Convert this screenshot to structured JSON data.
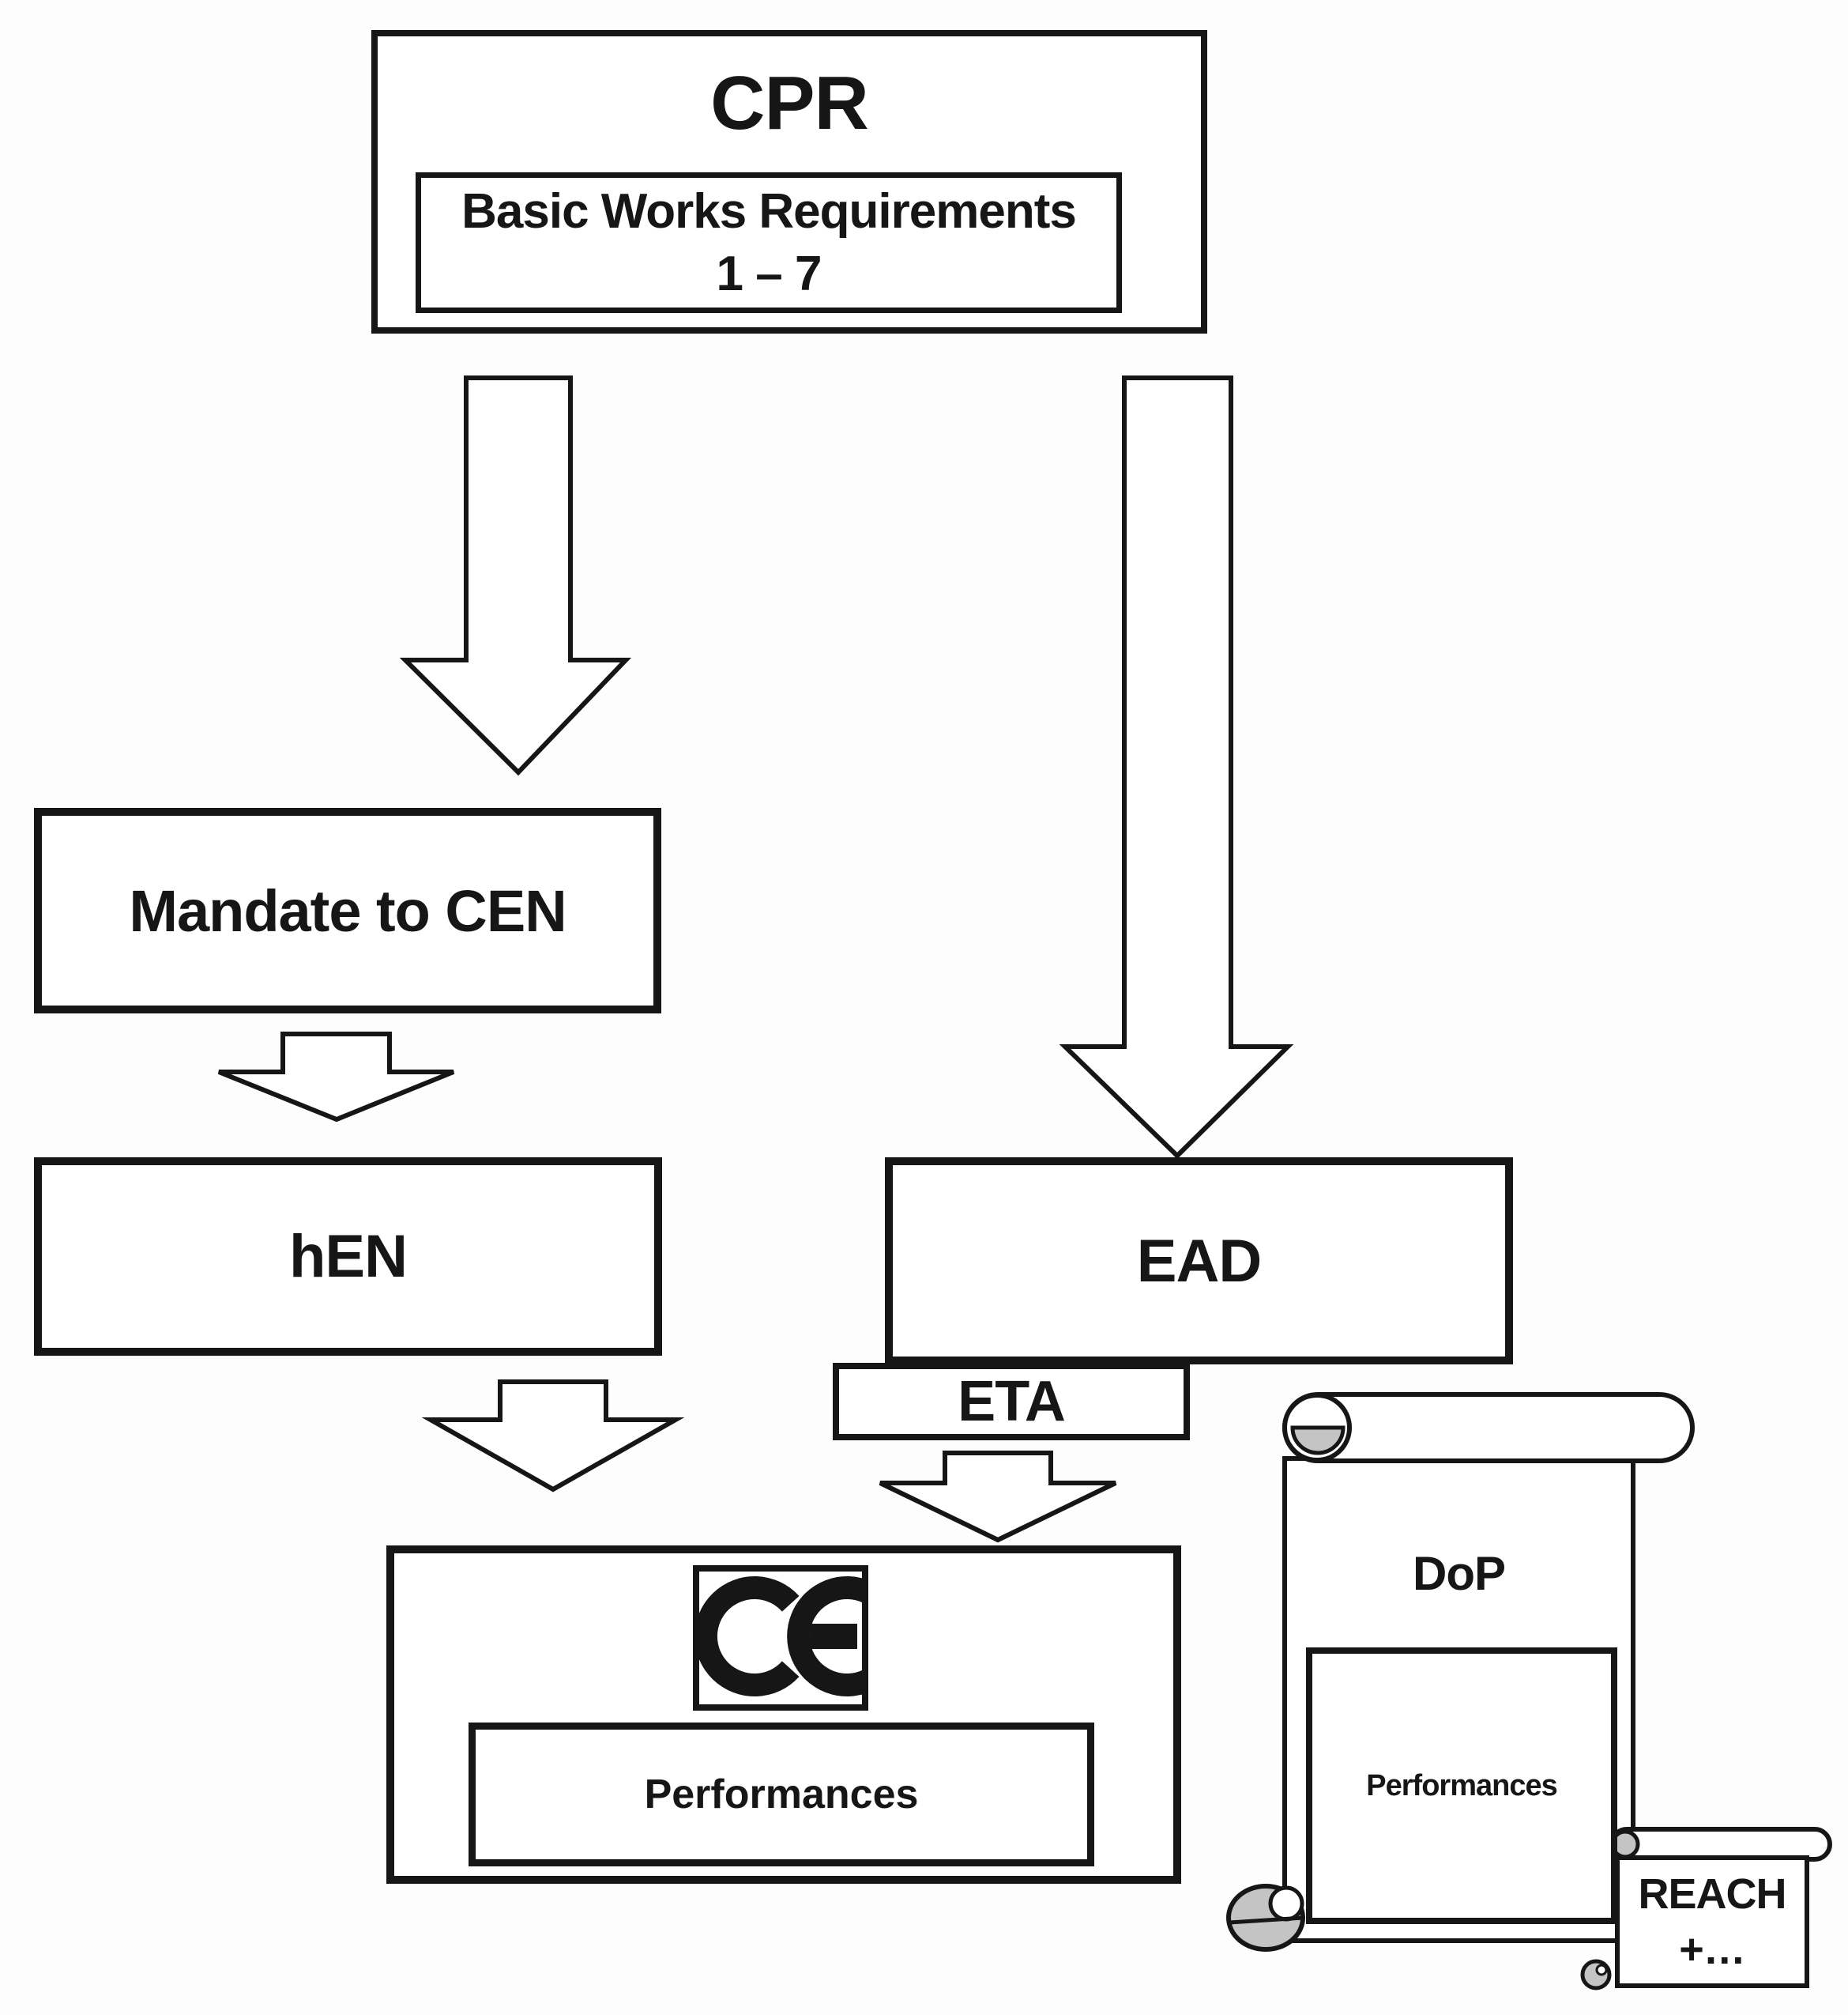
{
  "diagram": {
    "name": "CPR conformity flow diagram",
    "colors": {
      "ink": "#161616",
      "paper": "#ffffff",
      "curl_gray": "#c4c4c4",
      "background": "#fdfdfd"
    },
    "nodes": {
      "cpr": {
        "title": "CPR",
        "subtitle": "Basic Works Requirements",
        "range": "1 – 7"
      },
      "mandate": {
        "label": "Mandate to CEN"
      },
      "hen": {
        "label": "hEN"
      },
      "ead": {
        "label": "EAD"
      },
      "eta": {
        "label": "ETA"
      },
      "ce": {
        "mark": "CE",
        "performances": "Performances"
      },
      "dop": {
        "label": "DoP",
        "performances": "Performances"
      },
      "reach": {
        "line1": "REACH",
        "line2": "+…"
      }
    }
  }
}
